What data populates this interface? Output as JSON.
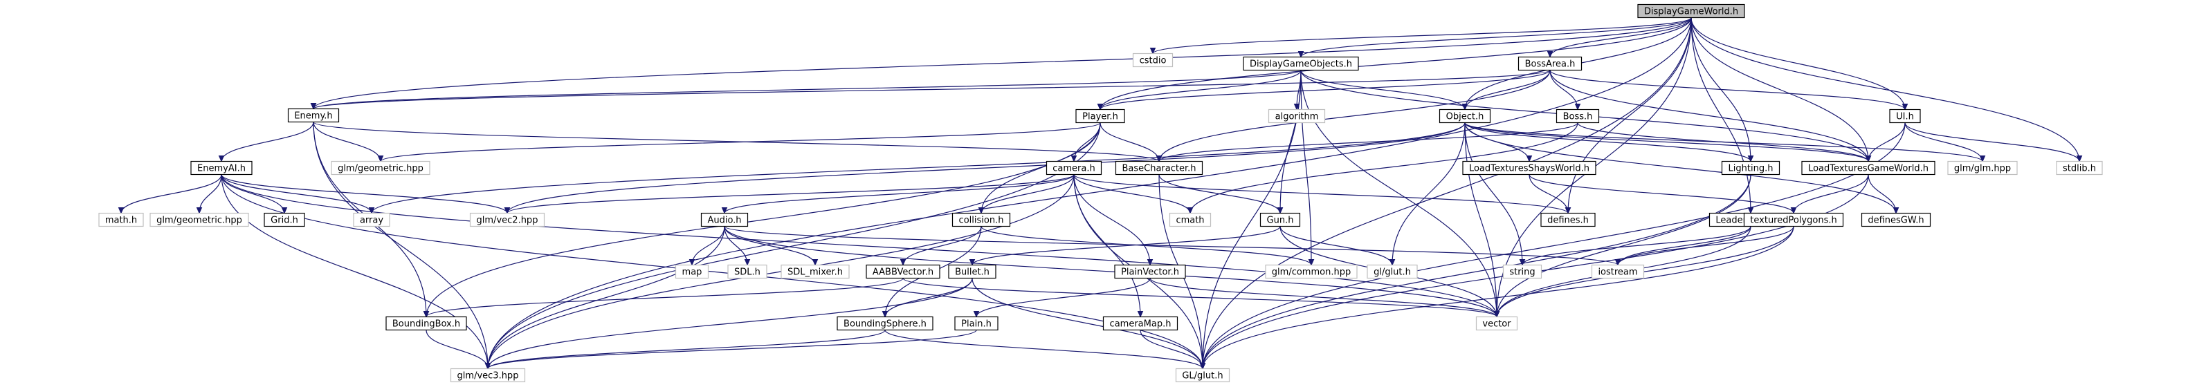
{
  "graph": {
    "root": "DisplayGameWorld.h",
    "colors": {
      "root_fill": "#bfbfbf",
      "project_fill": "#ffffff",
      "project_stroke": "#000000",
      "system_fill": "#ffffff",
      "system_stroke": "#bfbfbf",
      "edge": "#191970"
    },
    "nodes": [
      {
        "id": "n01",
        "label": "DisplayGameWorld.h",
        "kind": "root"
      },
      {
        "id": "n02",
        "label": "cstdio",
        "kind": "system"
      },
      {
        "id": "n03",
        "label": "DisplayGameObjects.h",
        "kind": "project"
      },
      {
        "id": "n04",
        "label": "BossArea.h",
        "kind": "project"
      },
      {
        "id": "n05",
        "label": "Enemy.h",
        "kind": "project"
      },
      {
        "id": "n06",
        "label": "Player.h",
        "kind": "project"
      },
      {
        "id": "n07",
        "label": "algorithm",
        "kind": "system"
      },
      {
        "id": "n08",
        "label": "Object.h",
        "kind": "project"
      },
      {
        "id": "n09",
        "label": "Boss.h",
        "kind": "project"
      },
      {
        "id": "n10",
        "label": "UI.h",
        "kind": "project"
      },
      {
        "id": "n11",
        "label": "glm/geometric.hpp",
        "kind": "system"
      },
      {
        "id": "n12",
        "label": "EnemyAI.h",
        "kind": "project"
      },
      {
        "id": "n13",
        "label": "BaseCharacter.h",
        "kind": "project"
      },
      {
        "id": "n14",
        "label": "camera.h",
        "kind": "project"
      },
      {
        "id": "n15",
        "label": "LoadTexturesShaysWorld.h",
        "kind": "project"
      },
      {
        "id": "n16",
        "label": "Lighting.h",
        "kind": "project"
      },
      {
        "id": "n17",
        "label": "LoadTexturesGameWorld.h",
        "kind": "project"
      },
      {
        "id": "n18",
        "label": "glm/glm.hpp",
        "kind": "system"
      },
      {
        "id": "n19",
        "label": "stdlib.h",
        "kind": "system"
      },
      {
        "id": "n20",
        "label": "math.h",
        "kind": "system"
      },
      {
        "id": "n21",
        "label": "glm/geometric.hpp",
        "kind": "system"
      },
      {
        "id": "n22",
        "label": "Grid.h",
        "kind": "project"
      },
      {
        "id": "n23",
        "label": "array",
        "kind": "system"
      },
      {
        "id": "n24",
        "label": "glm/vec2.hpp",
        "kind": "system"
      },
      {
        "id": "n25",
        "label": "Audio.h",
        "kind": "project"
      },
      {
        "id": "n26",
        "label": "collision.h",
        "kind": "project"
      },
      {
        "id": "n27",
        "label": "cmath",
        "kind": "system"
      },
      {
        "id": "n28",
        "label": "Gun.h",
        "kind": "project"
      },
      {
        "id": "n29",
        "label": "defines.h",
        "kind": "project"
      },
      {
        "id": "n30",
        "label": "Leaderboards.h",
        "kind": "project"
      },
      {
        "id": "n31",
        "label": "texturedPolygons.h",
        "kind": "project"
      },
      {
        "id": "n32",
        "label": "definesGW.h",
        "kind": "project"
      },
      {
        "id": "n33",
        "label": "map",
        "kind": "system"
      },
      {
        "id": "n34",
        "label": "SDL.h",
        "kind": "system"
      },
      {
        "id": "n35",
        "label": "SDL_mixer.h",
        "kind": "system"
      },
      {
        "id": "n36",
        "label": "AABBVector.h",
        "kind": "project"
      },
      {
        "id": "n37",
        "label": "Bullet.h",
        "kind": "project"
      },
      {
        "id": "n38",
        "label": "PlainVector.h",
        "kind": "project"
      },
      {
        "id": "n39",
        "label": "glm/common.hpp",
        "kind": "system"
      },
      {
        "id": "n40",
        "label": "gl/glut.h",
        "kind": "system"
      },
      {
        "id": "n41",
        "label": "string",
        "kind": "system"
      },
      {
        "id": "n42",
        "label": "iostream",
        "kind": "system"
      },
      {
        "id": "n43",
        "label": "BoundingBox.h",
        "kind": "project"
      },
      {
        "id": "n44",
        "label": "BoundingSphere.h",
        "kind": "project"
      },
      {
        "id": "n45",
        "label": "Plain.h",
        "kind": "project"
      },
      {
        "id": "n46",
        "label": "cameraMap.h",
        "kind": "project"
      },
      {
        "id": "n47",
        "label": "vector",
        "kind": "system"
      },
      {
        "id": "n48",
        "label": "glm/vec3.hpp",
        "kind": "system"
      },
      {
        "id": "n49",
        "label": "GL/glut.h",
        "kind": "system"
      }
    ],
    "edges": [
      [
        "n01",
        "n02"
      ],
      [
        "n01",
        "n03"
      ],
      [
        "n01",
        "n04"
      ],
      [
        "n01",
        "n05"
      ],
      [
        "n01",
        "n06"
      ],
      [
        "n01",
        "n08"
      ],
      [
        "n01",
        "n10"
      ],
      [
        "n01",
        "n16"
      ],
      [
        "n01",
        "n17"
      ],
      [
        "n01",
        "n19"
      ],
      [
        "n01",
        "n29"
      ],
      [
        "n01",
        "n30"
      ],
      [
        "n01",
        "n47"
      ],
      [
        "n01",
        "n48"
      ],
      [
        "n01",
        "n49"
      ],
      [
        "n03",
        "n05"
      ],
      [
        "n03",
        "n06"
      ],
      [
        "n03",
        "n07"
      ],
      [
        "n03",
        "n08"
      ],
      [
        "n03",
        "n17"
      ],
      [
        "n03",
        "n28"
      ],
      [
        "n03",
        "n39"
      ],
      [
        "n03",
        "n47"
      ],
      [
        "n03",
        "n49"
      ],
      [
        "n04",
        "n05"
      ],
      [
        "n04",
        "n06"
      ],
      [
        "n04",
        "n08"
      ],
      [
        "n04",
        "n09"
      ],
      [
        "n04",
        "n10"
      ],
      [
        "n04",
        "n17"
      ],
      [
        "n04",
        "n13"
      ],
      [
        "n05",
        "n11"
      ],
      [
        "n05",
        "n12"
      ],
      [
        "n05",
        "n13"
      ],
      [
        "n05",
        "n43"
      ],
      [
        "n05",
        "n48"
      ],
      [
        "n06",
        "n11"
      ],
      [
        "n06",
        "n13"
      ],
      [
        "n06",
        "n14"
      ],
      [
        "n06",
        "n26"
      ],
      [
        "n06",
        "n43"
      ],
      [
        "n06",
        "n48"
      ],
      [
        "n08",
        "n15"
      ],
      [
        "n08",
        "n16"
      ],
      [
        "n08",
        "n17"
      ],
      [
        "n08",
        "n24"
      ],
      [
        "n08",
        "n40"
      ],
      [
        "n08",
        "n41"
      ],
      [
        "n08",
        "n47"
      ],
      [
        "n08",
        "n32"
      ],
      [
        "n08",
        "n18"
      ],
      [
        "n08",
        "n23"
      ],
      [
        "n09",
        "n13"
      ],
      [
        "n09",
        "n17"
      ],
      [
        "n09",
        "n27"
      ],
      [
        "n10",
        "n17"
      ],
      [
        "n10",
        "n18"
      ],
      [
        "n10",
        "n19"
      ],
      [
        "n10",
        "n49"
      ],
      [
        "n12",
        "n20"
      ],
      [
        "n12",
        "n21"
      ],
      [
        "n12",
        "n22"
      ],
      [
        "n12",
        "n23"
      ],
      [
        "n12",
        "n24"
      ],
      [
        "n12",
        "n47"
      ],
      [
        "n12",
        "n48"
      ],
      [
        "n12",
        "n49"
      ],
      [
        "n13",
        "n28"
      ],
      [
        "n13",
        "n49"
      ],
      [
        "n14",
        "n24"
      ],
      [
        "n14",
        "n25"
      ],
      [
        "n14",
        "n26"
      ],
      [
        "n14",
        "n27"
      ],
      [
        "n14",
        "n29"
      ],
      [
        "n14",
        "n38"
      ],
      [
        "n14",
        "n46"
      ],
      [
        "n14",
        "n48"
      ],
      [
        "n14",
        "n49"
      ],
      [
        "n15",
        "n29"
      ],
      [
        "n15",
        "n31"
      ],
      [
        "n16",
        "n47"
      ],
      [
        "n16",
        "n49"
      ],
      [
        "n17",
        "n31"
      ],
      [
        "n17",
        "n32"
      ],
      [
        "n17",
        "n49"
      ],
      [
        "n25",
        "n33"
      ],
      [
        "n25",
        "n34"
      ],
      [
        "n25",
        "n35"
      ],
      [
        "n25",
        "n42"
      ],
      [
        "n25",
        "n47"
      ],
      [
        "n25",
        "n48"
      ],
      [
        "n26",
        "n36"
      ],
      [
        "n26",
        "n44"
      ],
      [
        "n26",
        "n39"
      ],
      [
        "n28",
        "n37"
      ],
      [
        "n28",
        "n40"
      ],
      [
        "n28",
        "n47"
      ],
      [
        "n30",
        "n41"
      ],
      [
        "n30",
        "n42"
      ],
      [
        "n30",
        "n47"
      ],
      [
        "n31",
        "n42"
      ],
      [
        "n31",
        "n47"
      ],
      [
        "n31",
        "n49"
      ],
      [
        "n36",
        "n43"
      ],
      [
        "n36",
        "n47"
      ],
      [
        "n37",
        "n44"
      ],
      [
        "n37",
        "n48"
      ],
      [
        "n37",
        "n49"
      ],
      [
        "n38",
        "n45"
      ],
      [
        "n38",
        "n47"
      ],
      [
        "n43",
        "n48"
      ],
      [
        "n44",
        "n48"
      ],
      [
        "n44",
        "n49"
      ],
      [
        "n45",
        "n48"
      ],
      [
        "n46",
        "n49"
      ]
    ]
  }
}
